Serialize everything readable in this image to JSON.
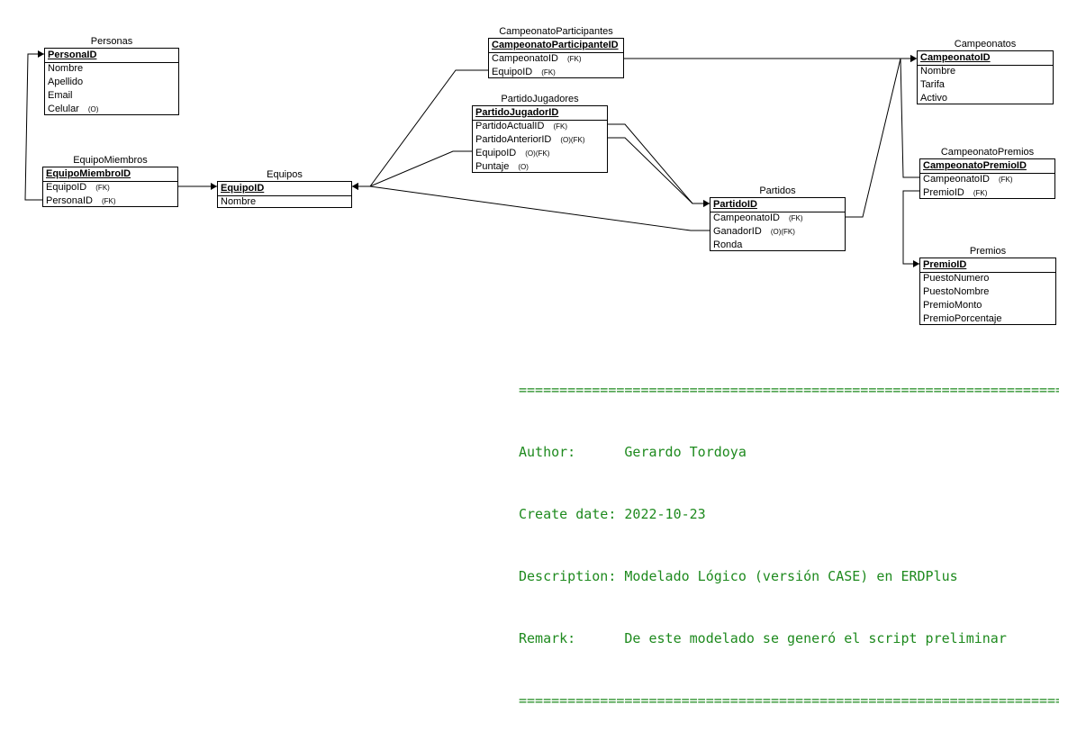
{
  "entities": {
    "personas": {
      "title": "Personas",
      "attributes": [
        {
          "name": "PersonaID",
          "flags": "",
          "pk": true
        },
        {
          "name": "Nombre",
          "flags": "",
          "pk": false
        },
        {
          "name": "Apellido",
          "flags": "",
          "pk": false
        },
        {
          "name": "Email",
          "flags": "",
          "pk": false
        },
        {
          "name": "Celular",
          "flags": "(O)",
          "pk": false
        }
      ]
    },
    "equipo_miembros": {
      "title": "EquipoMiembros",
      "attributes": [
        {
          "name": "EquipoMiembroID",
          "flags": "",
          "pk": true
        },
        {
          "name": "EquipoID",
          "flags": "(FK)",
          "pk": false
        },
        {
          "name": "PersonaID",
          "flags": "(FK)",
          "pk": false
        }
      ]
    },
    "equipos": {
      "title": "Equipos",
      "attributes": [
        {
          "name": "EquipoID",
          "flags": "",
          "pk": true
        },
        {
          "name": "Nombre",
          "flags": "",
          "pk": false
        }
      ]
    },
    "campeonato_participantes": {
      "title": "CampeonatoParticipantes",
      "attributes": [
        {
          "name": "CampeonatoParticipanteID",
          "flags": "",
          "pk": true
        },
        {
          "name": "CampeonatoID",
          "flags": "(FK)",
          "pk": false
        },
        {
          "name": "EquipoID",
          "flags": "(FK)",
          "pk": false
        }
      ]
    },
    "partido_jugadores": {
      "title": "PartidoJugadores",
      "attributes": [
        {
          "name": "PartidoJugadorID",
          "flags": "",
          "pk": true
        },
        {
          "name": "PartidoActualID",
          "flags": "(FK)",
          "pk": false
        },
        {
          "name": "PartidoAnteriorID",
          "flags": "(O)(FK)",
          "pk": false
        },
        {
          "name": "EquipoID",
          "flags": "(O)(FK)",
          "pk": false
        },
        {
          "name": "Puntaje",
          "flags": "(O)",
          "pk": false
        }
      ]
    },
    "partidos": {
      "title": "Partidos",
      "attributes": [
        {
          "name": "PartidoID",
          "flags": "",
          "pk": true
        },
        {
          "name": "CampeonatoID",
          "flags": "(FK)",
          "pk": false
        },
        {
          "name": "GanadorID",
          "flags": "(O)(FK)",
          "pk": false
        },
        {
          "name": "Ronda",
          "flags": "",
          "pk": false
        }
      ]
    },
    "campeonatos": {
      "title": "Campeonatos",
      "attributes": [
        {
          "name": "CampeonatoID",
          "flags": "",
          "pk": true
        },
        {
          "name": "Nombre",
          "flags": "",
          "pk": false
        },
        {
          "name": "Tarifa",
          "flags": "",
          "pk": false
        },
        {
          "name": "Activo",
          "flags": "",
          "pk": false
        }
      ]
    },
    "campeonato_premios": {
      "title": "CampeonatoPremios",
      "attributes": [
        {
          "name": "CampeonatoPremioID",
          "flags": "",
          "pk": true
        },
        {
          "name": "CampeonatoID",
          "flags": "(FK)",
          "pk": false
        },
        {
          "name": "PremioID",
          "flags": "(FK)",
          "pk": false
        }
      ]
    },
    "premios": {
      "title": "Premios",
      "attributes": [
        {
          "name": "PremioID",
          "flags": "",
          "pk": true
        },
        {
          "name": "PuestoNumero",
          "flags": "",
          "pk": false
        },
        {
          "name": "PuestoNombre",
          "flags": "",
          "pk": false
        },
        {
          "name": "PremioMonto",
          "flags": "",
          "pk": false
        },
        {
          "name": "PremioPorcentaje",
          "flags": "",
          "pk": false
        }
      ]
    }
  },
  "relationships": [
    {
      "from": "equipo_miembros",
      "to": "personas"
    },
    {
      "from": "equipo_miembros",
      "to": "equipos"
    },
    {
      "from": "campeonato_participantes",
      "to": "equipos"
    },
    {
      "from": "partido_jugadores",
      "to": "equipos"
    },
    {
      "from": "partidos",
      "to": "equipos"
    },
    {
      "from": "campeonato_participantes",
      "to": "campeonatos"
    },
    {
      "from": "partidos",
      "to": "campeonatos"
    },
    {
      "from": "campeonato_premios",
      "to": "campeonatos"
    },
    {
      "from": "partido_jugadores",
      "to": "partidos"
    },
    {
      "from": "partido_jugadores",
      "to": "partidos"
    },
    {
      "from": "campeonato_premios",
      "to": "premios"
    }
  ],
  "notes": {
    "rule": "====================================================================",
    "lines": [
      {
        "label": "Author:",
        "value": "Gerardo Tordoya"
      },
      {
        "label": "Create date:",
        "value": "2022-10-23"
      },
      {
        "label": "Description:",
        "value": "Modelado Lógico (versión CASE) en ERDPlus"
      },
      {
        "label": "Remark:",
        "value": "De este modelado se generó el script preliminar"
      }
    ]
  },
  "colors": {
    "notes_text": "#1e8a1e",
    "line": "#000000"
  }
}
